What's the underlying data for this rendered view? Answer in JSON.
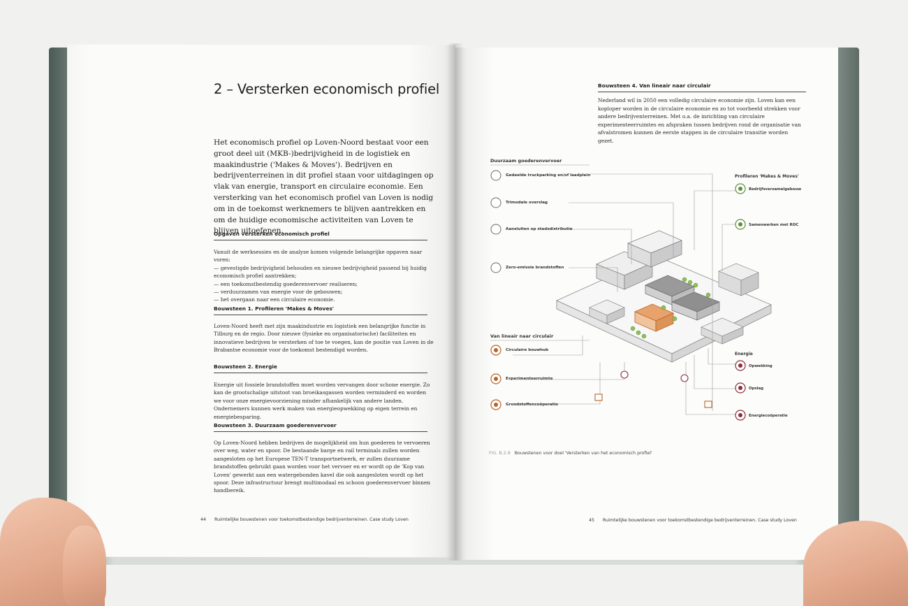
{
  "left_page": {
    "title": "2 – Versterken economisch profiel",
    "intro": "Het economisch profiel op Loven-Noord bestaat voor een groot deel uit (MKB-)bedrijvigheid in de logistiek en maakindustrie ('Makes & Moves'). Bedrijven en bedrijventerreinen in dit profiel staan voor uitdagingen op vlak van energie, transport en circulaire economie. Een versterking van het economisch profiel van Loven is nodig om in de toekomst werknemers te blijven aantrekken en om de huidige economische activiteiten van Loven te blijven uitoefenen.",
    "opgaven_heading": "Opgaven versterken economisch profiel",
    "opgaven_lead": "Vanuit de werksessies en de analyse komen volgende belangrijke opgaven naar voren:",
    "opgaven_items": [
      "gevestigde bedrijvigheid behouden en nieuwe bedrijvigheid passend bij huidig economisch profiel aantrekken;",
      "een toekomstbestendig goederenvervoer realiseren;",
      "verduurzamen van energie voor de gebouwen;",
      "het overgaan naar een circulaire economie."
    ],
    "b1_heading": "Bouwsteen 1. Profileren 'Makes & Moves'",
    "b1_text": "Loven-Noord heeft met zijn maakindustrie en logistiek een belangrijke functie in Tilburg en de regio. Door nieuwe (fysieke en organisatorische) faciliteiten en innovatieve bedrijven te versterken of toe te voegen, kan de positie van Loven in de Brabantse economie voor de toekomst bestendigd worden.",
    "b2_heading": "Bouwsteen 2. Energie",
    "b2_text": "Energie uit fossiele brandstoffen moet worden vervangen door schone energie. Zo kan de grootschalige uitstoot van broeikasgassen worden verminderd en worden we voor onze energievoorziening minder afhankelijk van andere landen. Ondernemers kunnen werk maken van energieopwekking op eigen terrein en energiebesparing.",
    "b3_heading": "Bouwsteen 3. Duurzaam goederenvervoer",
    "b3_text": "Op Loven-Noord hebben bedrijven de mogelijkheid om hun goederen te vervoeren over weg, water en spoor. De bestaande barge en rail terminals zullen worden aangesloten op het Europese TEN-T transportnetwerk, er zullen duurzame brandstoffen gebruikt gaan worden voor het vervoer en er wordt op de 'Kop van Loven' gewerkt aan een watergebonden kavel die ook aangesloten wordt op het spoor. Deze infrastructuur brengt multimodaal en schoon goederenvervoer binnen handbereik.",
    "page_number": "44",
    "footer": "Ruimtelijke bouwstenen voor toekomstbestendige bedrijventerreinen. Case study Loven"
  },
  "right_page": {
    "b4_heading": "Bouwsteen 4. Van lineair naar circulair",
    "b4_text": "Nederland wil in 2050 een volledig circulaire economie zijn. Loven kan een koploper worden in de circulaire economie en zo tot voorbeeld strekken voor andere bedrijventerreinen. Met o.a. de inrichting van circulaire experimenteerruimtes en afspraken tussen bedrijven rond de organisatie van afvalstromen kunnen de eerste stappen in de circulaire transitie worden gezet.",
    "diagram": {
      "group_goederen": "Duurzaam goederenvervoer",
      "goederen_items": [
        "Gedeelde truckparking en/of laadplein",
        "Trimodale overslag",
        "Aansluiten op stadsdistributie",
        "Zero-emissie brandstoffen"
      ],
      "group_makes": "Profileren 'Makes & Moves'",
      "makes_items": [
        "Bedrijfsverzamelgebouw",
        "Samenwerken met ROC"
      ],
      "group_circulair": "Van lineair naar circulair",
      "circulair_items": [
        "Circulaire bouwhub",
        "Experimenteerruimte",
        "Grondstoffencoöperatie"
      ],
      "group_energie": "Energie",
      "energie_items": [
        "Opwekking",
        "Opslag",
        "Energiecoöperatie"
      ]
    },
    "caption_fig": "FIG. B.2.8",
    "caption": "Bouwstenen voor doel 'Versterken van het economisch profiel'",
    "page_number": "45",
    "footer": "Ruimtelijke bouwstenen voor toekomstbestendige bedrijventerreinen. Case study Loven"
  },
  "colors": {
    "goederen": "#6b6b6b",
    "makes": "#5f8f3a",
    "circulair": "#b8642a",
    "energie": "#8a2f3a"
  }
}
